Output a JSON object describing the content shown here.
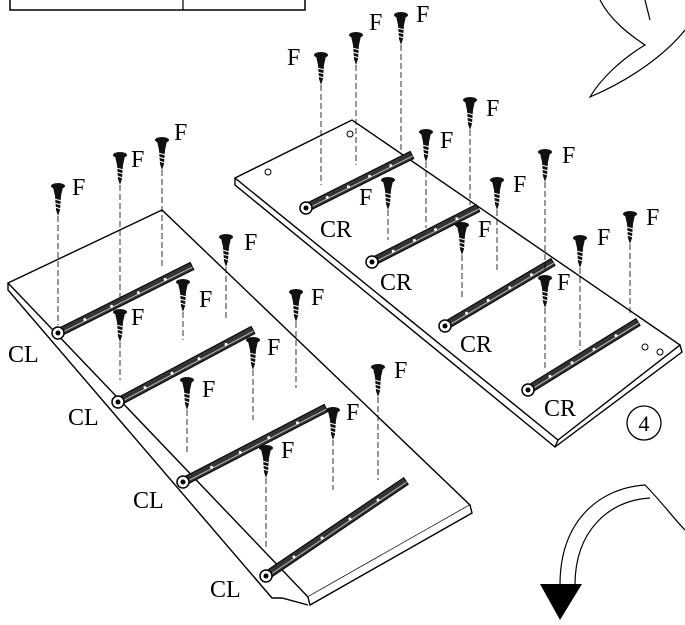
{
  "step": {
    "number": "4"
  },
  "labels": {
    "screw": "F",
    "left_slide": "CL",
    "right_slide": "CR"
  },
  "left_panel": {
    "slide_label": "CL",
    "screw_label": "F",
    "slide_count": 4,
    "screws_per_slide": 3
  },
  "right_panel": {
    "slide_label": "CR",
    "screw_label": "F",
    "slide_count": 4,
    "screws_per_slide": 3
  },
  "icons": [
    "screw-icon",
    "drawer-slide",
    "rotate-arrow-icon",
    "step-number-badge"
  ]
}
